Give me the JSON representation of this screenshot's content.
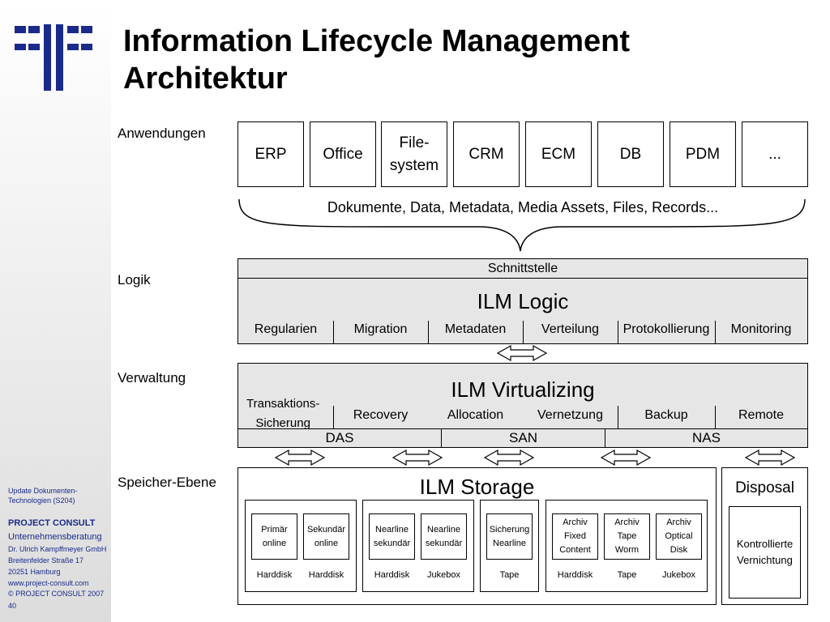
{
  "title": {
    "line1": "Information Lifecycle Management",
    "line2": "Architektur"
  },
  "sidebar": {
    "course": [
      "Update Dokumenten-",
      "Technologien (S204)"
    ],
    "company": "PROJECT  CONSULT",
    "lines": [
      "Unternehmensberatung",
      "Dr. Ulrich Kampffmeyer  GmbH",
      "Breitenfelder  Straße 17",
      "20251 Hamburg",
      "www.project-consult.com",
      "©  PROJECT CONSULT  2007"
    ],
    "page": "40",
    "colors": {
      "logo": "#1a2a8a",
      "text": "#1a2a8a"
    }
  },
  "levels": {
    "apps": "Anwendungen",
    "logic": "Logik",
    "admin": "Verwaltung",
    "storage": "Speicher-Ebene"
  },
  "applications": [
    [
      "ERP"
    ],
    [
      "Office"
    ],
    [
      "File-",
      "system"
    ],
    [
      "CRM"
    ],
    [
      "ECM"
    ],
    [
      "DB"
    ],
    [
      "PDM"
    ],
    [
      "..."
    ]
  ],
  "content_types": "Dokumente, Data, Metadata, Media Assets, Files, Records...",
  "logic": {
    "interface": "Schnittstelle",
    "title": "ILM Logic",
    "items": [
      "Regularien",
      "Migration",
      "Metadaten",
      "Verteilung",
      "Protokollierung",
      "Monitoring"
    ]
  },
  "virtualizing": {
    "title": "ILM Virtualizing",
    "first_item": [
      "Transaktions-",
      "Sicherung"
    ],
    "items": [
      "Recovery",
      "Allocation",
      "Vernetzung",
      "Backup",
      "Remote"
    ],
    "networks": [
      "DAS",
      "SAN",
      "NAS"
    ]
  },
  "storage": {
    "title": "ILM Storage",
    "groups": [
      {
        "cards": [
          [
            "Primär",
            "online"
          ],
          [
            "Sekundär",
            "online"
          ]
        ],
        "media": [
          "Harddisk",
          "Harddisk"
        ]
      },
      {
        "cards": [
          [
            "Nearline",
            "sekundär"
          ],
          [
            "Nearline",
            "sekundär"
          ]
        ],
        "media": [
          "Harddisk",
          "Jukebox"
        ]
      },
      {
        "cards": [
          [
            "Sicherung",
            "Nearline"
          ]
        ],
        "media": [
          "Tape"
        ]
      },
      {
        "cards": [
          [
            "Archiv",
            "Fixed",
            "Content"
          ],
          [
            "Archiv",
            "Tape",
            "Worm"
          ],
          [
            "Archiv",
            "Optical",
            "Disk"
          ]
        ],
        "media": [
          "Harddisk",
          "Tape",
          "Jukebox"
        ]
      }
    ]
  },
  "disposal": {
    "title": "Disposal",
    "box": [
      "Kontrollierte",
      "Vernichtung"
    ]
  }
}
